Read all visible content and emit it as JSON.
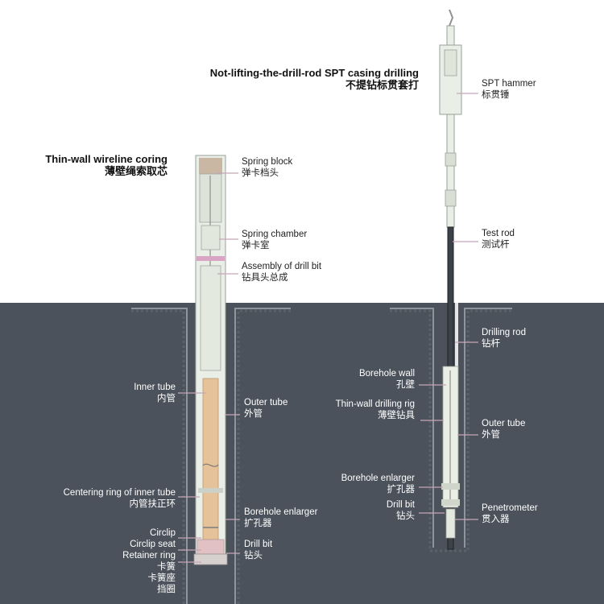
{
  "palette": {
    "ground": "#4b525b",
    "tool_body": "#e9efe6",
    "inner_tube": "#e5c29a",
    "leader": "#c8a6b6",
    "text_dark": "#222222",
    "text_light": "#ffffff"
  },
  "left_diagram": {
    "title_en": "Thin-wall wireline coring",
    "title_zh": "薄壁绳索取芯",
    "labels": [
      {
        "id": "spring-block",
        "en": "Spring block",
        "zh": "弹卡档头",
        "side": "right"
      },
      {
        "id": "spring-chamber",
        "en": "Spring chamber",
        "zh": "弹卡室",
        "side": "right"
      },
      {
        "id": "drill-bit-assembly",
        "en": "Assembly of drill bit",
        "zh": "钻具头总成",
        "side": "right"
      },
      {
        "id": "outer-tube",
        "en": "Outer tube",
        "zh": "外管",
        "side": "right"
      },
      {
        "id": "borehole-enlarger",
        "en": "Borehole enlarger",
        "zh": "扩孔器",
        "side": "right"
      },
      {
        "id": "drill-bit",
        "en": "Drill bit",
        "zh": "钻头",
        "side": "right"
      },
      {
        "id": "inner-tube",
        "en": "Inner tube",
        "zh": "内管",
        "side": "left"
      },
      {
        "id": "centering-ring",
        "en": "Centering ring of inner tube",
        "zh": "内管扶正环",
        "side": "left"
      }
    ],
    "stack_labels": {
      "en": [
        "Circlip",
        "Circlip seat",
        "Retainer ring"
      ],
      "zh": [
        "卡簧",
        "卡簧座",
        "挡圈"
      ]
    }
  },
  "right_diagram": {
    "title_en": "Not-lifting-the-drill-rod SPT casing drilling",
    "title_zh": "不提钻标贯套打",
    "labels": [
      {
        "id": "spt-hammer",
        "en": "SPT hammer",
        "zh": "标贯锤",
        "side": "right"
      },
      {
        "id": "test-rod",
        "en": "Test rod",
        "zh": "测试杆",
        "side": "right"
      },
      {
        "id": "drilling-rod",
        "en": "Drilling rod",
        "zh": "钻杆",
        "side": "right"
      },
      {
        "id": "outer-tube",
        "en": "Outer tube",
        "zh": "外管",
        "side": "right"
      },
      {
        "id": "penetrometer",
        "en": "Penetrometer",
        "zh": "贯入器",
        "side": "right"
      },
      {
        "id": "borehole-wall",
        "en": "Borehole wall",
        "zh": "孔壁",
        "side": "left"
      },
      {
        "id": "thin-wall-rig",
        "en": "Thin-wall drilling rig",
        "zh": "薄壁钻具",
        "side": "left"
      },
      {
        "id": "borehole-enlarger",
        "en": "Borehole enlarger",
        "zh": "扩孔器",
        "side": "left"
      },
      {
        "id": "drill-bit",
        "en": "Drill bit",
        "zh": "钻头",
        "side": "left"
      }
    ]
  }
}
